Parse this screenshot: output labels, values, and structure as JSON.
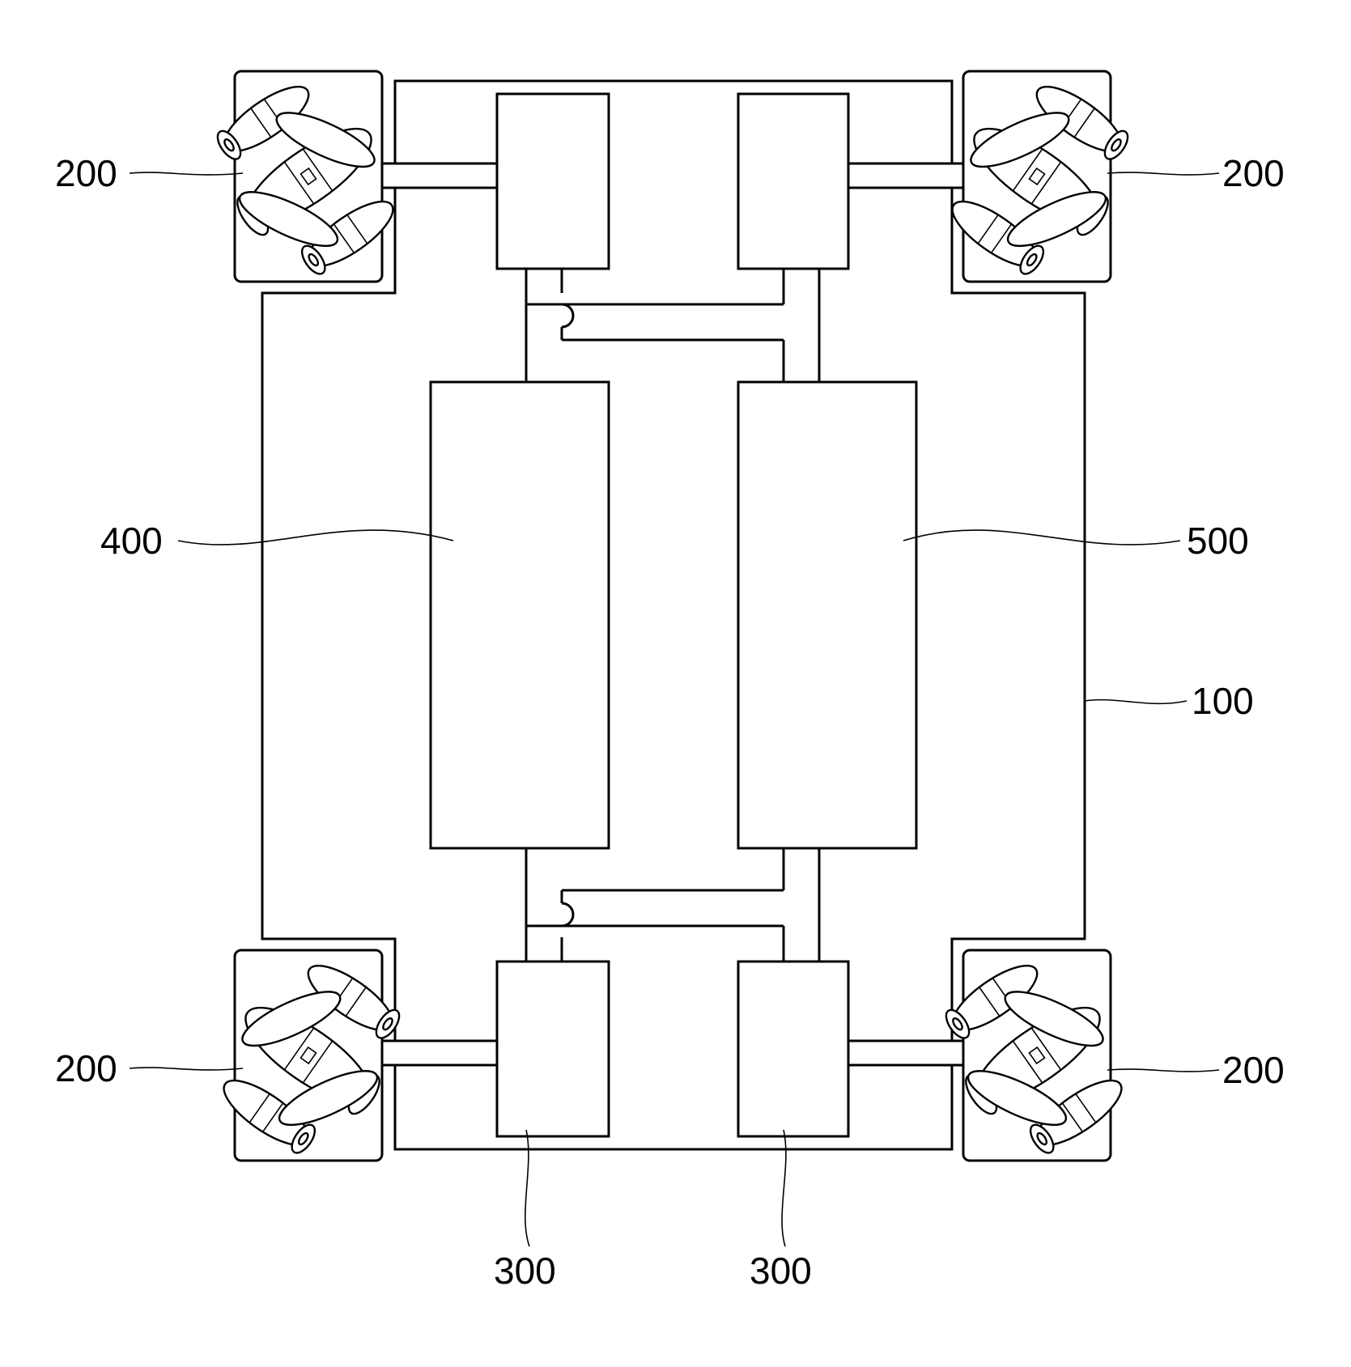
{
  "labels": {
    "wheel_top_left": "200",
    "wheel_top_right": "200",
    "wheel_bottom_left": "200",
    "wheel_bottom_right": "200",
    "unit_left": "400",
    "unit_right": "500",
    "frame": "100",
    "motor_bottom_left": "300",
    "motor_bottom_right": "300"
  }
}
